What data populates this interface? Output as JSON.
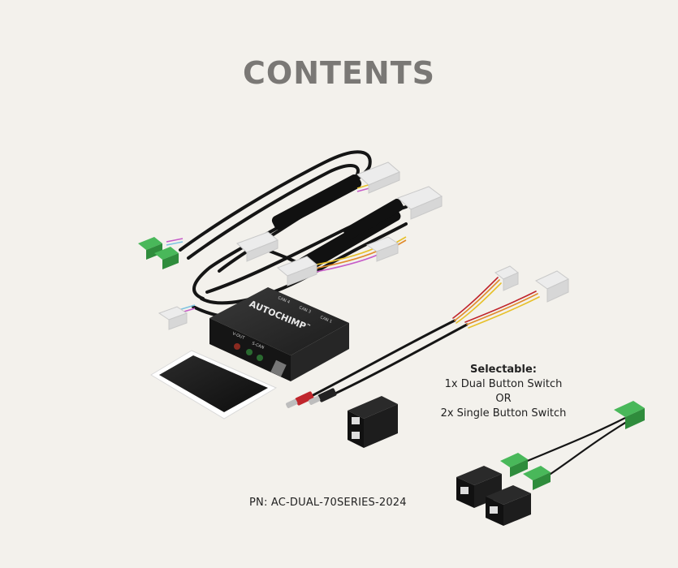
{
  "title": "CONTENTS",
  "options": {
    "heading": "Selectable:",
    "line1": "1x Dual Button Switch",
    "line2": "OR",
    "line3": "2x Single Button Switch"
  },
  "part_number": "PN: AC-DUAL-70SERIES-2024",
  "module": {
    "brand": "AUTOCHIMP",
    "trademark": "™",
    "port_labels": [
      "CAN 4",
      "CAN 3",
      "CAN 1",
      "V-OUT",
      "S-CAN"
    ]
  },
  "colors": {
    "background": "#f3f1ec",
    "title": "#7a7875",
    "module": "#1e1e1e",
    "cable": "#151515",
    "connector_white": "#e9e9e9",
    "connector_green": "#3aa34a",
    "rca_red": "#c0262c"
  }
}
